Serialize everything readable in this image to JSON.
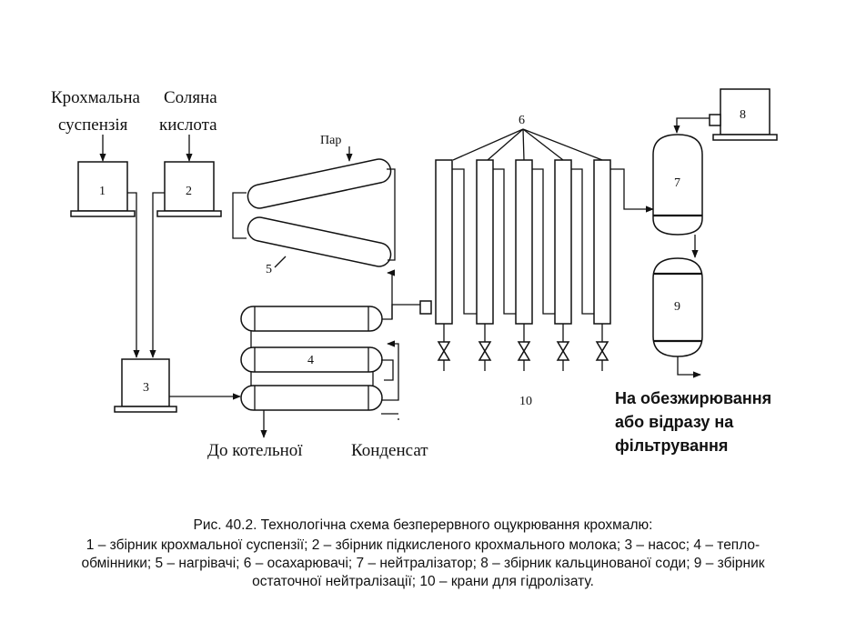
{
  "feed_labels": {
    "starch_line1": "Крохмальна",
    "starch_line2": "суспензія",
    "acid_line1": "Соляна",
    "acid_line2": "кислота"
  },
  "steam_label": "Пар",
  "outlet_labels": {
    "boiler": "До котельної",
    "condensate": "Конденсат",
    "degrease_line1": "На обезжирювання",
    "degrease_line2": "або відразу на",
    "degrease_line3": "фільтрування"
  },
  "numbers": {
    "n1": "1",
    "n2": "2",
    "n3": "3",
    "n4": "4",
    "n5": "5",
    "n6": "6",
    "n7": "7",
    "n8": "8",
    "n9": "9",
    "n10": "10"
  },
  "caption": {
    "title": "Рис. 40.2. Технологічна схема безперервного оцукрювання крохмалю:",
    "legend_line1": "1 – збірник крохмальної суспензії; 2 – збірник підкисленого крохмального молока; 3 – насос; 4 – тепло-",
    "legend_line2": "обмінники; 5 – нагрівачі; 6 – осахарювачі; 7 – нейтралізатор; 8 – збірник кальцинованої соди; 9 – збірник",
    "legend_line3": "остаточної нейтралізації; 10 – крани для гідролізату."
  }
}
